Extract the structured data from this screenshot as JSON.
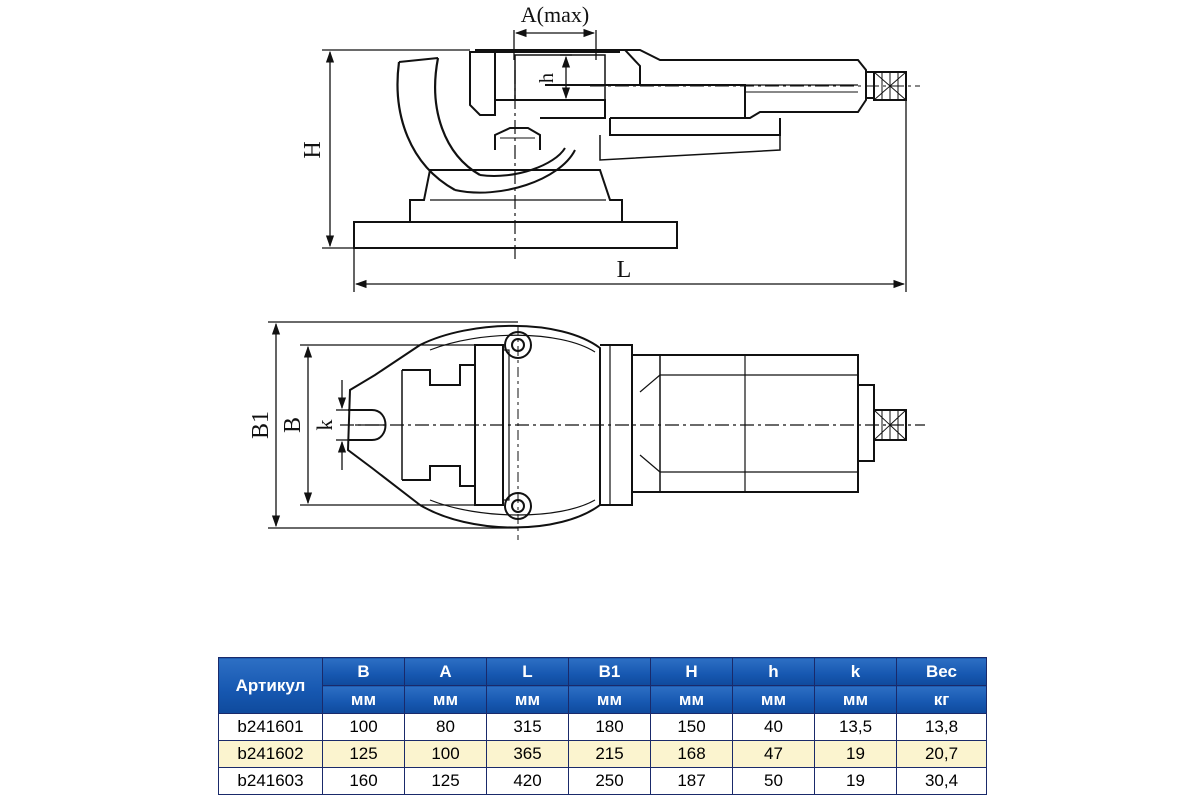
{
  "drawing": {
    "dimension_labels": {
      "a_max": "A(max)",
      "h_small": "h",
      "h_total": "H",
      "l_total": "L",
      "b1": "B1",
      "b": "B",
      "k": "k"
    }
  },
  "table": {
    "article_header": "Артикул",
    "columns": [
      {
        "name": "B",
        "unit": "мм"
      },
      {
        "name": "A",
        "unit": "мм"
      },
      {
        "name": "L",
        "unit": "мм"
      },
      {
        "name": "B1",
        "unit": "мм"
      },
      {
        "name": "H",
        "unit": "мм"
      },
      {
        "name": "h",
        "unit": "мм"
      },
      {
        "name": "k",
        "unit": "мм"
      },
      {
        "name": "Вес",
        "unit": "кг"
      }
    ],
    "rows": [
      {
        "article": "b241601",
        "values": [
          "100",
          "80",
          "315",
          "180",
          "150",
          "40",
          "13,5",
          "13,8"
        ]
      },
      {
        "article": "b241602",
        "values": [
          "125",
          "100",
          "365",
          "215",
          "168",
          "47",
          "19",
          "20,7"
        ]
      },
      {
        "article": "b241603",
        "values": [
          "160",
          "125",
          "420",
          "250",
          "187",
          "50",
          "19",
          "30,4"
        ]
      }
    ]
  },
  "colors": {
    "header_blue": "#1657b0",
    "highlight_row": "#fbf4cf"
  }
}
